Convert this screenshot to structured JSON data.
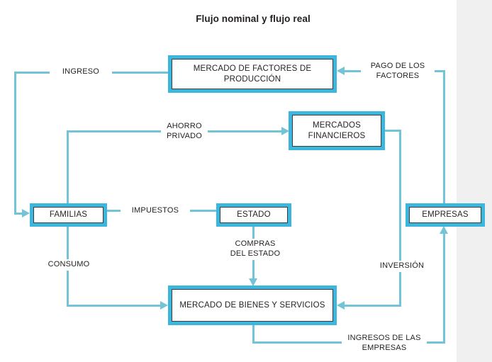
{
  "title": "Flujo nominal y flujo real",
  "colors": {
    "accent": "#3cb6dd",
    "line": "#74c4d8",
    "text": "#231f20",
    "panel": "#f0f0f1",
    "bg": "#ffffff"
  },
  "nodes": {
    "factores": "MERCADO DE FACTORES DE PRODUCCIÓN",
    "financieros": "MERCADOS FINANCIEROS",
    "familias": "FAMILIAS",
    "estado": "ESTADO",
    "empresas": "EMPRESAS",
    "bienes": "MERCADO DE BIENES Y SERVICIOS"
  },
  "edges": {
    "ingreso": {
      "label": "INGRESO",
      "from": "factores",
      "to": "familias"
    },
    "pago_factores": {
      "label": "PAGO DE LOS FACTORES",
      "from": "empresas",
      "to": "factores"
    },
    "ahorro_privado": {
      "label": "AHORRO PRIVADO",
      "from": "familias",
      "to": "financieros"
    },
    "impuestos": {
      "label": "IMPUESTOS",
      "from": "familias",
      "to": "estado"
    },
    "compras_estado": {
      "label": "COMPRAS DEL ESTADO",
      "from": "estado",
      "to": "bienes"
    },
    "consumo": {
      "label": "CONSUMO",
      "from": "familias",
      "to": "bienes"
    },
    "inversion": {
      "label": "INVERSIÓN",
      "from": "financieros",
      "to": "bienes"
    },
    "ingresos_empresas": {
      "label": "INGRESOS DE LAS EMPRESAS",
      "from": "bienes",
      "to": "empresas"
    }
  }
}
